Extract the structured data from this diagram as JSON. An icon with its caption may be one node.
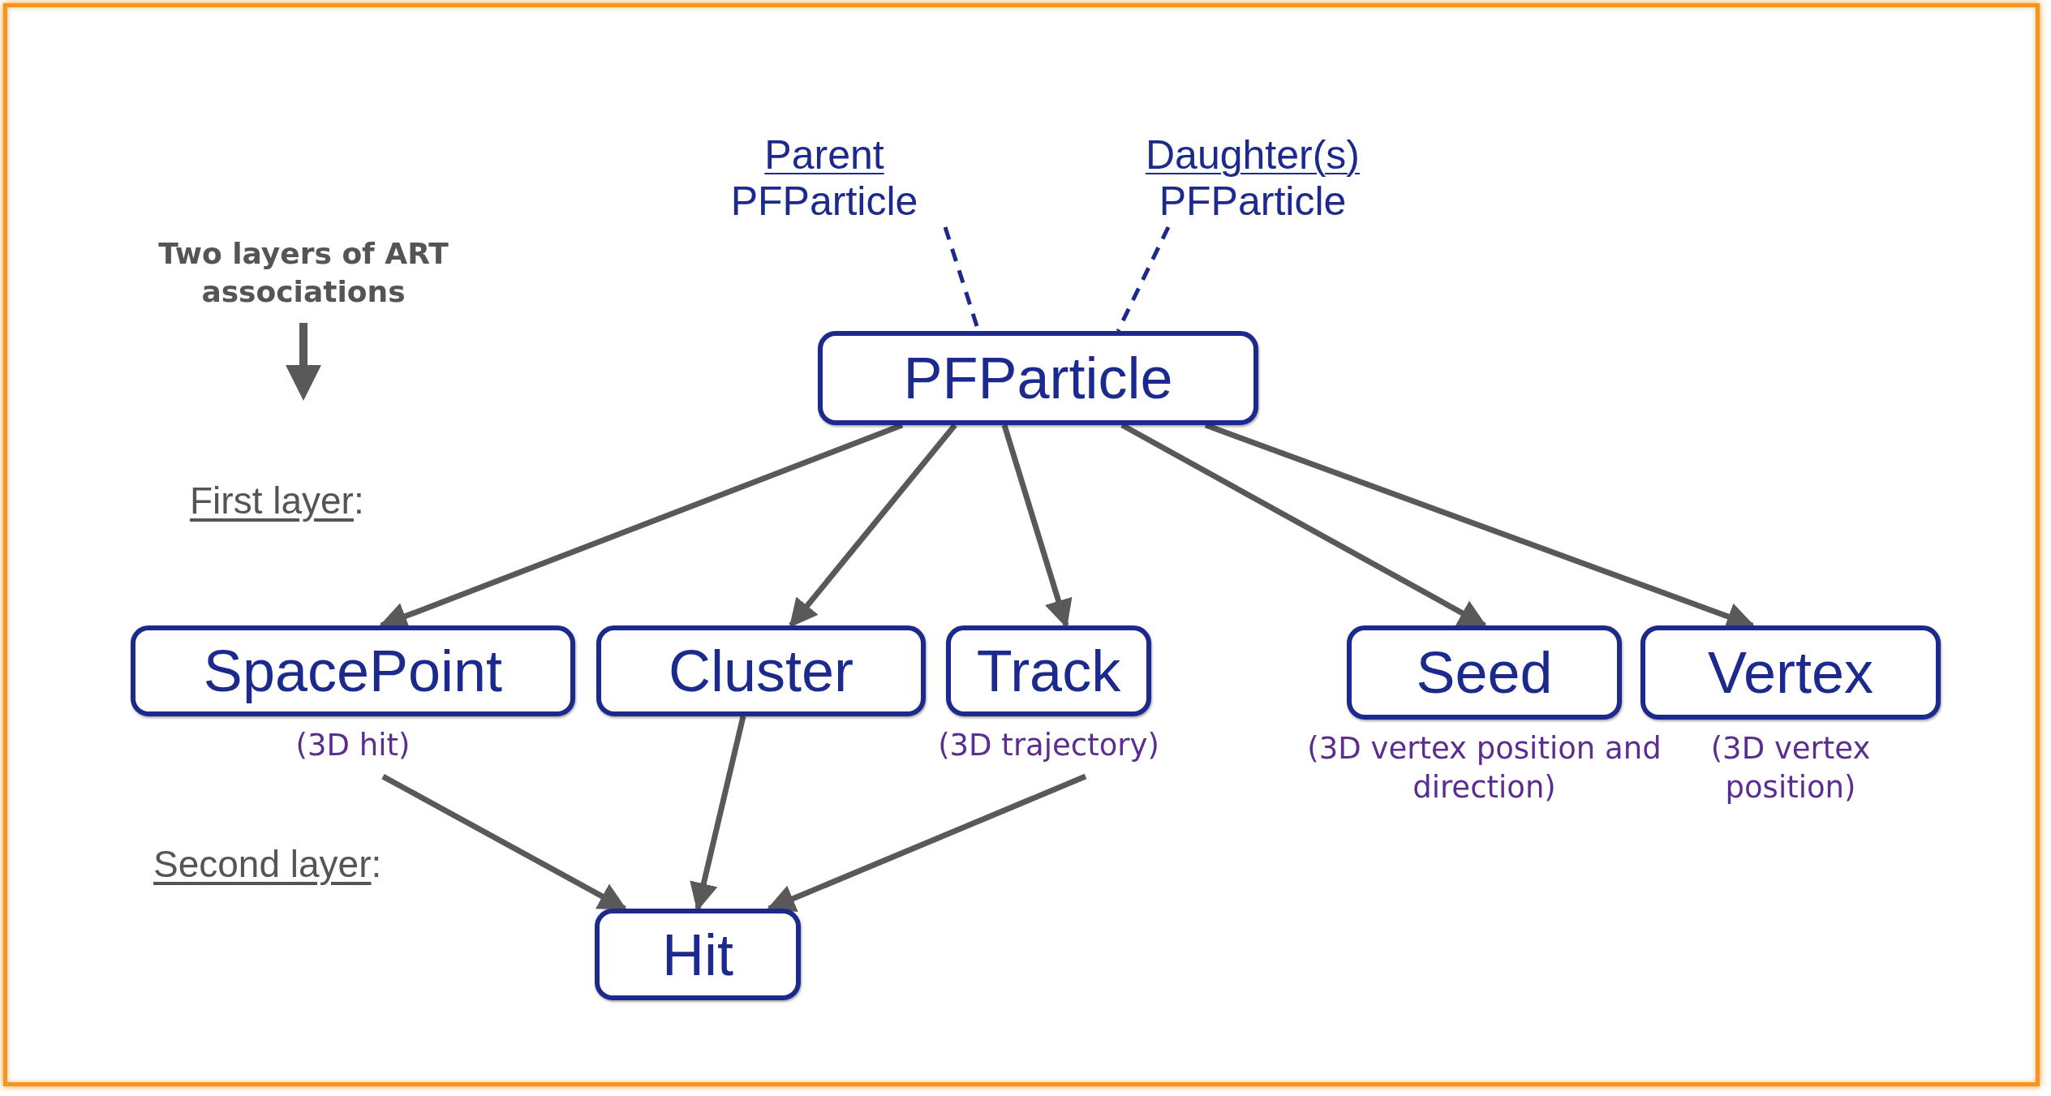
{
  "diagram": {
    "nodes": [
      {
        "text": [
          "Parent",
          "PFParticle"
        ]
      },
      {
        "text": [
          "Daughter(s)",
          "PFParticle"
        ]
      },
      {
        "text": [
          "PFParticle"
        ]
      },
      {
        "text": [
          "SpacePoint"
        ],
        "beside": [
          "(3D hit)"
        ]
      },
      {
        "text": [
          "Cluster"
        ]
      },
      {
        "text": [
          "Track"
        ],
        "beside": [
          "(3D trajectory)"
        ]
      },
      {
        "text": [
          "Seed"
        ],
        "beside": [
          "(3D vertex position and direction)"
        ]
      },
      {
        "text": [
          "Vertex"
        ],
        "beside": [
          "(3D vertex position)"
        ]
      },
      {
        "text": [
          "Hit"
        ]
      }
    ],
    "edges": [
      {
        "from": 0,
        "to": 2,
        "arrow": "none",
        "style": "dashed",
        "color": "#1b2a8c"
      },
      {
        "from": 1,
        "to": 2,
        "arrow": "none",
        "style": "dashed",
        "color": "#1b2a8c"
      },
      {
        "from": 2,
        "to": 3,
        "arrow": "to"
      },
      {
        "from": 2,
        "to": 4,
        "arrow": "to"
      },
      {
        "from": 2,
        "to": 5,
        "arrow": "to"
      },
      {
        "from": 2,
        "to": 6,
        "arrow": "to"
      },
      {
        "from": 2,
        "to": 7,
        "arrow": "to"
      },
      {
        "from": 3,
        "to": 8,
        "arrow": "to"
      },
      {
        "from": 4,
        "to": 8,
        "arrow": "to"
      },
      {
        "from": 5,
        "to": 8,
        "arrow": "to"
      }
    ],
    "labels": [
      "Two layers of ART associations",
      "First layer:",
      "Second layer:"
    ]
  }
}
